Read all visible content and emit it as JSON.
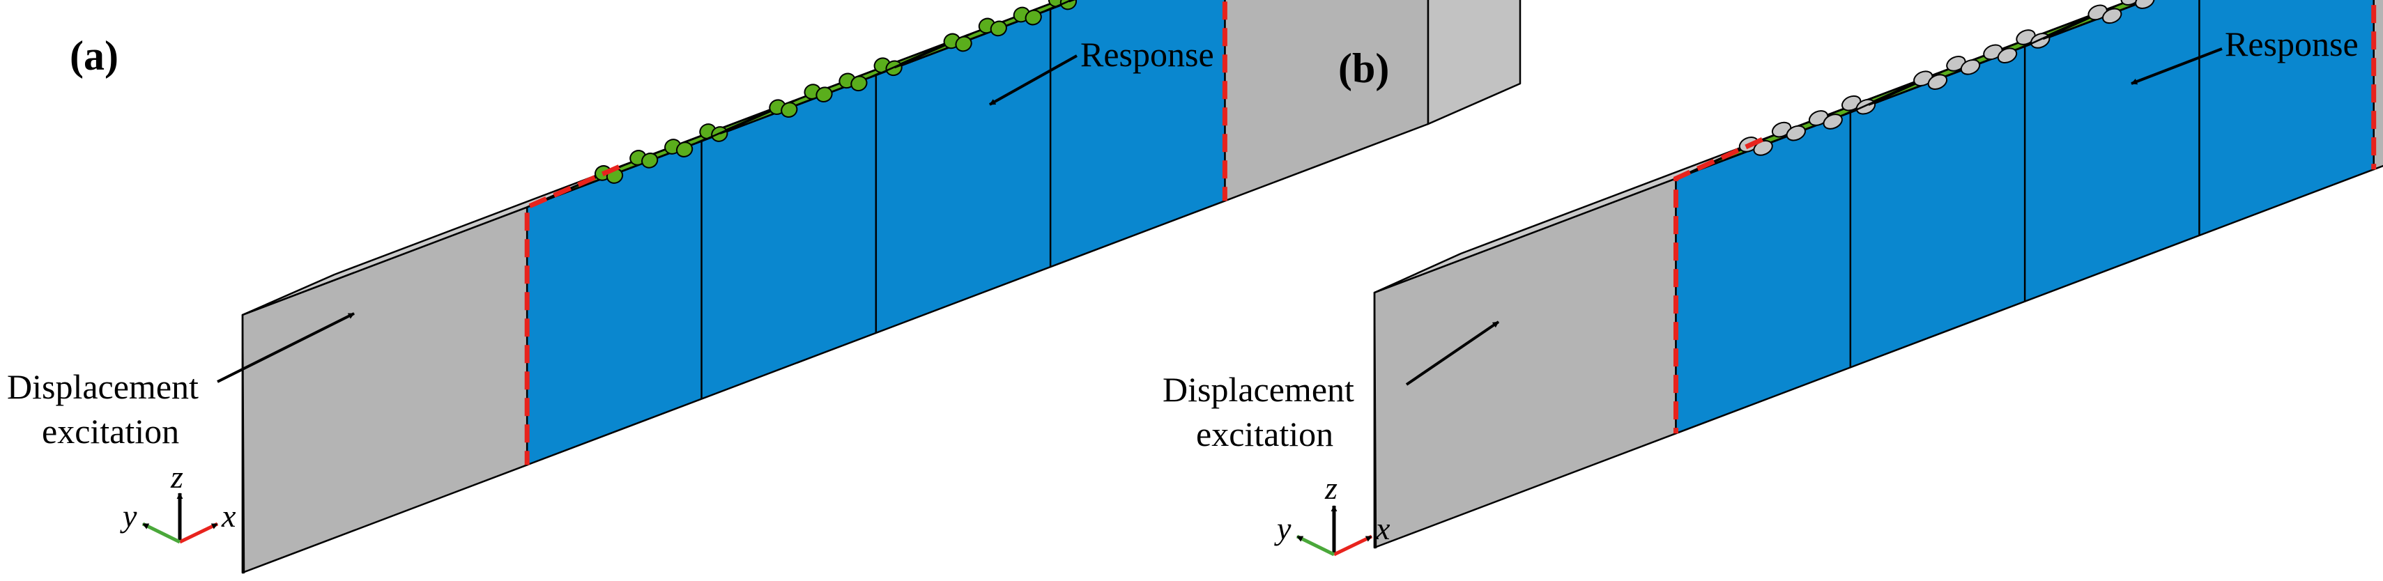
{
  "panels": [
    {
      "label": "(a)",
      "response_label": "Response",
      "excitation_label_line1": "Displacement",
      "excitation_label_line2": "excitation",
      "cell_count": 4,
      "hole_style": "partial"
    },
    {
      "label": "(b)",
      "response_label": "Response",
      "excitation_label_line1": "Displacement",
      "excitation_label_line2": "excitation",
      "cell_count": 4,
      "hole_style": "full"
    }
  ],
  "axes": {
    "x": "x",
    "y": "y",
    "z": "z"
  },
  "colors": {
    "end_block_front": "#b4b4b4",
    "end_block_top": "#cacaca",
    "end_block_side": "#c2c2c2",
    "metamaterial_blue": "#0a87cf",
    "inclusion_green": "#5aae1c",
    "hole_gray": "#c6c6c6",
    "boundary_dash_red": "#e8231d",
    "axis_x_red": "#e8231d",
    "axis_y_green": "#4aa83a",
    "axis_z_black": "#000000",
    "outline": "#000000"
  }
}
